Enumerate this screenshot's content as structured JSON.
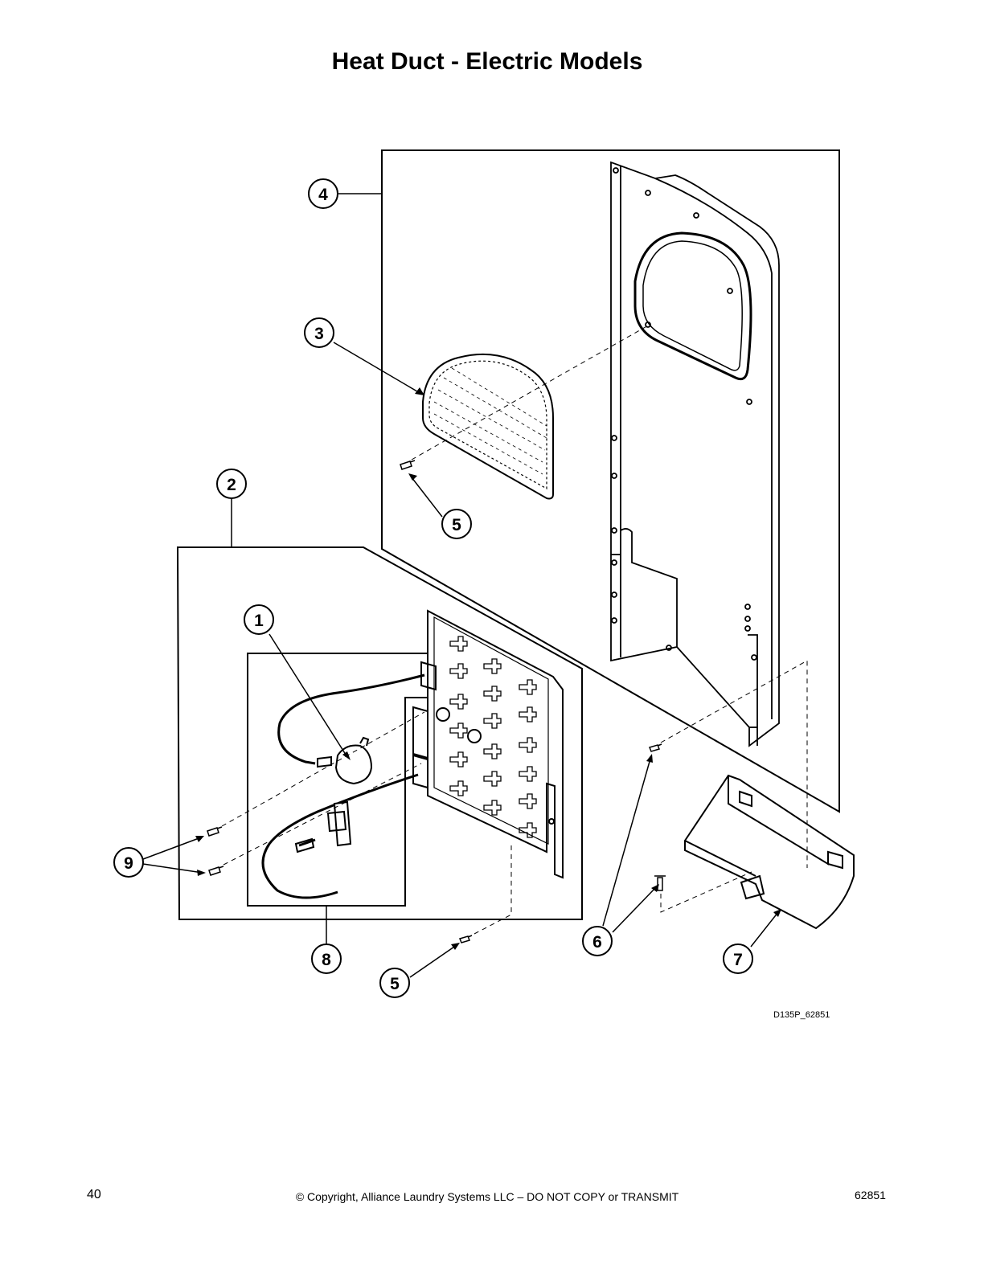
{
  "page": {
    "title": "Heat Duct - Electric Models",
    "drawing_id": "D135P_62851",
    "footer": {
      "page_number": "40",
      "copyright": "© Copyright, Alliance Laundry Systems LLC – DO NOT COPY or TRANSMIT",
      "doc_number": "62851"
    }
  },
  "callouts": [
    "1",
    "2",
    "3",
    "4",
    "5",
    "5",
    "6",
    "7",
    "8",
    "9"
  ]
}
